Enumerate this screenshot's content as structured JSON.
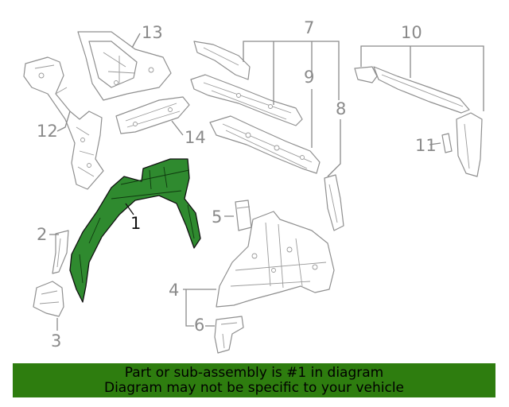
{
  "callouts": {
    "c1": "1",
    "c2": "2",
    "c3": "3",
    "c4": "4",
    "c5": "5",
    "c6": "6",
    "c7": "7",
    "c8": "8",
    "c9": "9",
    "c10": "10",
    "c11": "11",
    "c12": "12",
    "c13": "13",
    "c14": "14"
  },
  "highlight_color": "#2e8b2e",
  "banner": {
    "line1": "Part or sub-assembly is #1 in diagram",
    "line2": "Diagram may not be specific to your vehicle",
    "background": "#2e7d0f"
  }
}
